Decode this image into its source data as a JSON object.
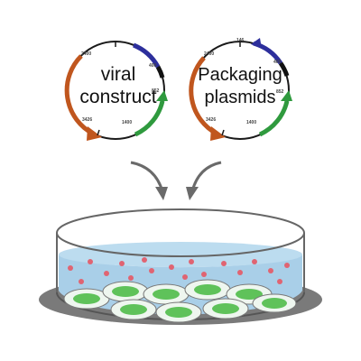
{
  "plasmids": [
    {
      "label_lines": [
        "viral",
        "construct"
      ],
      "ticks": [
        "2400",
        "3426",
        "1400",
        "400",
        "852"
      ]
    },
    {
      "label_lines": [
        "Packaging",
        "plasmids"
      ],
      "ticks": [
        "2400",
        "3426",
        "1400",
        "146",
        "400",
        "852"
      ]
    }
  ],
  "colors": {
    "backbone": "#1a1a1a",
    "orange_segment": "#c0561e",
    "green_segment": "#2f9a3e",
    "blue_segment": "#2d2f9c",
    "arrow": "#6a6a6a",
    "media": "#a9cfe8",
    "cell": "#5fc25a",
    "particle": "#e06472",
    "dish_base": "#7a7a7a"
  }
}
